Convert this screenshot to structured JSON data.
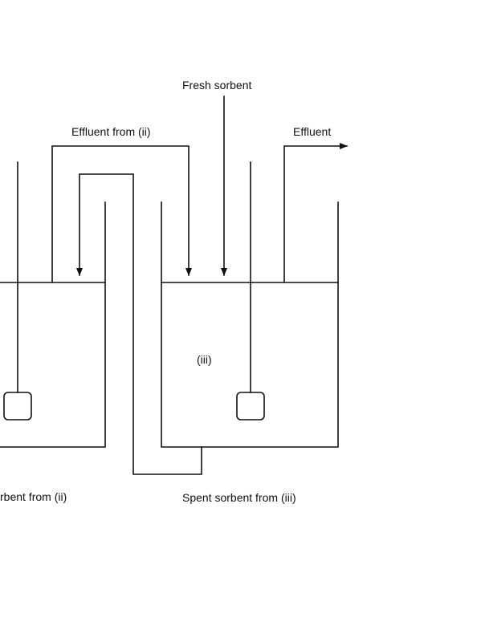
{
  "labels": {
    "fresh_sorbent": "Fresh sorbent",
    "effluent_from_ii": "Effluent from (ii)",
    "effluent": "Effluent",
    "tank_iii": "(iii)",
    "spent_sorbent_from_ii": "rbent from (ii)",
    "spent_sorbent_from_iii": "Spent sorbent from (iii)"
  }
}
